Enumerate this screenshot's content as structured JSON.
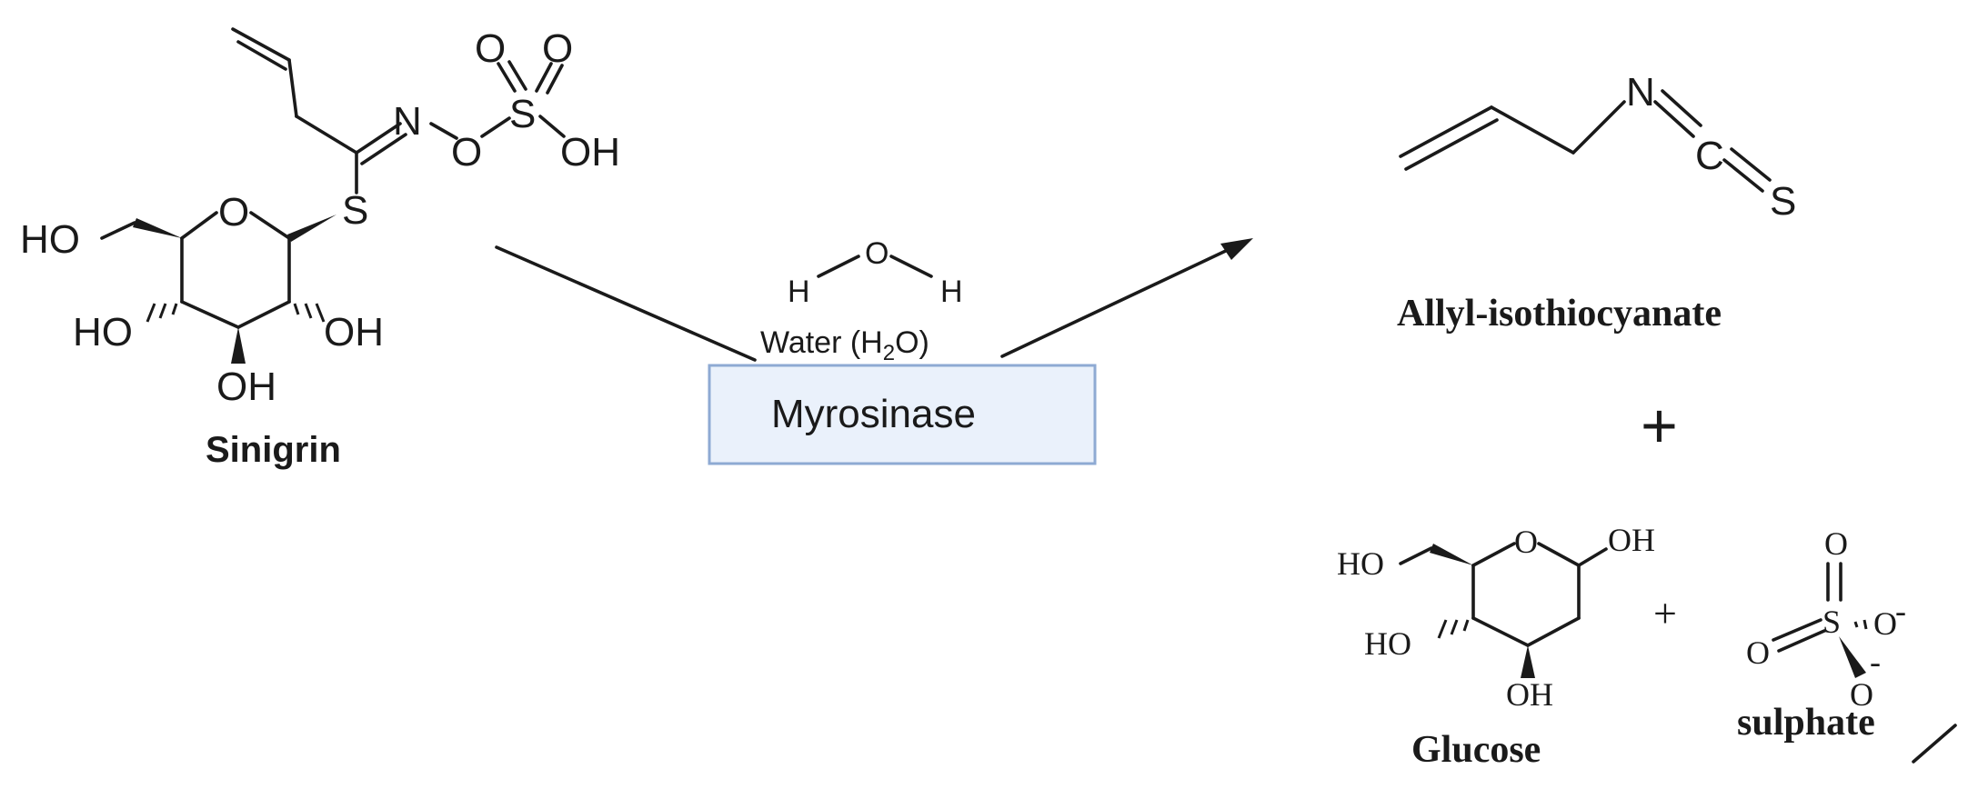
{
  "reactant": {
    "name": "Sinigrin",
    "atoms": {
      "oxygen": "O",
      "sulfur": "S",
      "nitrogen": "N",
      "hydroxyl": "OH",
      "hydroxyl_left": "HO",
      "hydrogen": "H"
    }
  },
  "conditions": {
    "reagent_label": "Water (H",
    "reagent_sub": "2",
    "reagent_close": "O)",
    "water_atoms": {
      "oxygen": "O",
      "hydrogen": "H"
    },
    "enzyme": "Myrosinase"
  },
  "products": {
    "primary": {
      "name": "Allyl-isothiocyanate",
      "atoms": {
        "nitrogen": "N",
        "carbon": "C",
        "sulfur": "S"
      }
    },
    "plus_main": "+",
    "plus_small": "+",
    "glucose": {
      "name": "Glucose",
      "atoms": {
        "oxygen": "O",
        "hydroxyl": "OH",
        "hydroxyl_left": "HO"
      }
    },
    "sulphate": {
      "name": "sulphate",
      "atoms": {
        "sulfur": "S",
        "oxygen": "O",
        "charge": "-"
      }
    }
  },
  "colors": {
    "ink": "#1a1a1a",
    "enzyme_fill": "#eaf1fb",
    "enzyme_border": "#8eaad3"
  }
}
